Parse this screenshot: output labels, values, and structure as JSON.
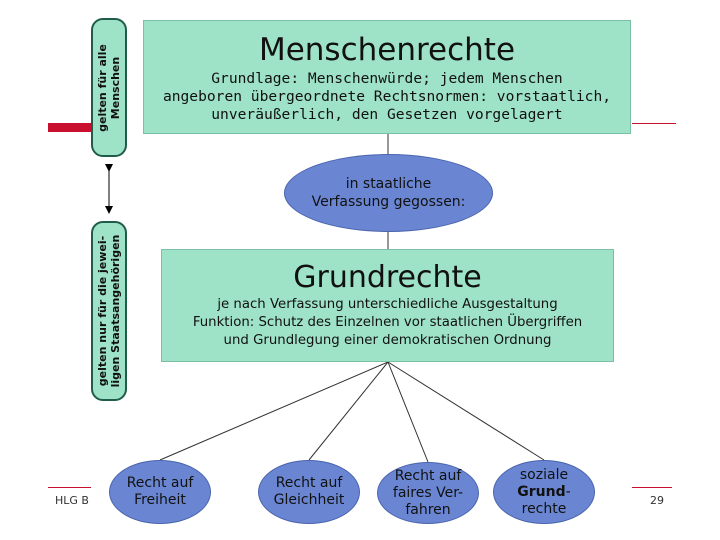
{
  "footer": {
    "left_text": "HLG B",
    "page_number": "29"
  },
  "top_box": {
    "title": "Menschenrechte",
    "body": "Grundlage: Menschenwürde; jedem Menschen\nangeboren übergeordnete Rechtsnormen: vorstaatlich,\nunveräußerlich, den Gesetzen vorgelagert"
  },
  "connector": {
    "text": "in staatliche\nVerfassung gegossen:"
  },
  "mid_box": {
    "title": "Grundrechte",
    "body": "je nach Verfassung unterschiedliche Ausgestaltung\nFunktion: Schutz des Einzelnen vor staatlichen Übergriffen\nund Grundlegung einer demokratischen Ordnung"
  },
  "leaves": [
    {
      "text": "Recht auf\nFreiheit"
    },
    {
      "text": "Recht auf\nGleichheit"
    },
    {
      "text": "Recht auf\nfaires Ver-\nfahren"
    },
    {
      "text_pre": "soziale\n",
      "text_bold": "Grund",
      "text_post": "-\nrechte"
    }
  ],
  "side_labels": {
    "top": "gelten für alle\nMenschen",
    "bottom_line1": "gelten nur für die jewei-",
    "bottom_line2_pre": "ligen ",
    "bottom_line2_bold": "Staatsangehörigen"
  },
  "colors": {
    "box_fill": "#9ee3c8",
    "ellipse_fill": "#6a86d3",
    "accent": "#c8102e"
  }
}
